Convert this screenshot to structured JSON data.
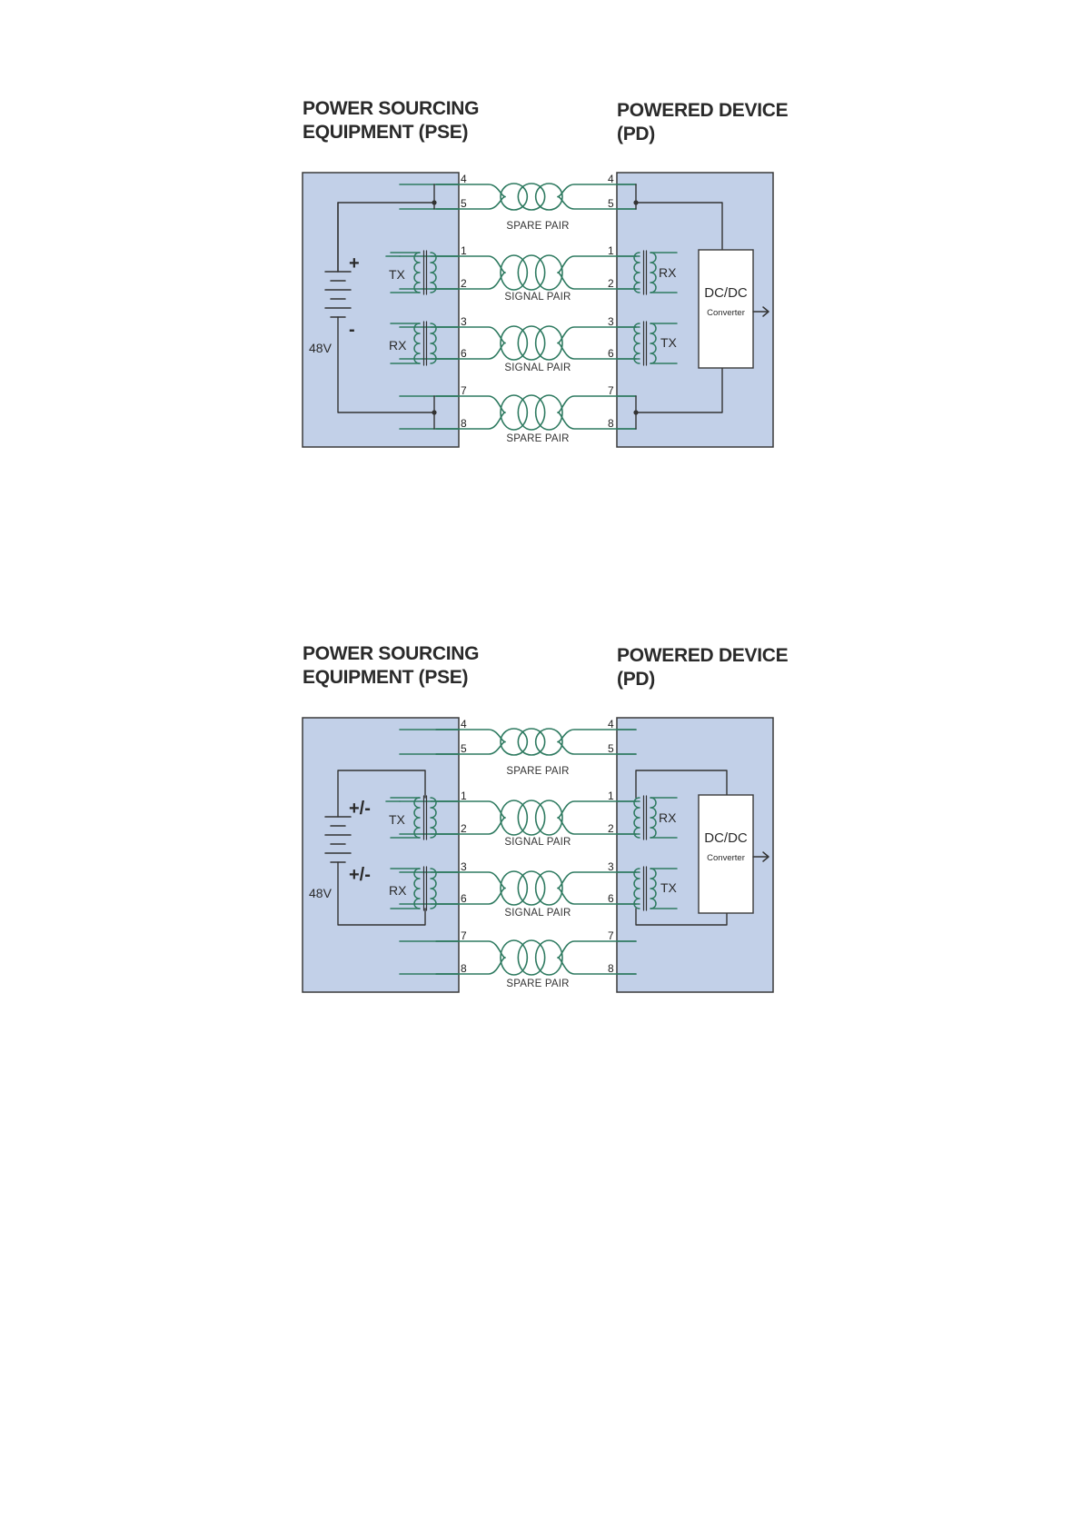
{
  "diagrams": [
    {
      "pse_title": [
        "POWER SOURCING",
        "EQUIPMENT (PSE)"
      ],
      "pd_title": [
        "POWERED DEVICE",
        "(PD)"
      ],
      "pairs": [
        {
          "pins": [
            "4",
            "5"
          ],
          "label": "SPARE PAIR"
        },
        {
          "pins": [
            "1",
            "2"
          ],
          "label": "SIGNAL PAIR"
        },
        {
          "pins": [
            "3",
            "6"
          ],
          "label": "SIGNAL PAIR"
        },
        {
          "pins": [
            "7",
            "8"
          ],
          "label": "SPARE PAIR"
        }
      ],
      "pse_tx": "TX",
      "pse_rx": "RX",
      "pd_rx": "RX",
      "pd_tx": "TX",
      "battery_top": "+",
      "battery_bottom": "-",
      "voltage": "48V",
      "converter_title": "DC/DC",
      "converter_sub": "Converter"
    },
    {
      "pse_title": [
        "POWER SOURCING",
        "EQUIPMENT (PSE)"
      ],
      "pd_title": [
        "POWERED DEVICE",
        "(PD)"
      ],
      "pairs": [
        {
          "pins": [
            "4",
            "5"
          ],
          "label": "SPARE PAIR"
        },
        {
          "pins": [
            "1",
            "2"
          ],
          "label": "SIGNAL PAIR"
        },
        {
          "pins": [
            "3",
            "6"
          ],
          "label": "SIGNAL PAIR"
        },
        {
          "pins": [
            "7",
            "8"
          ],
          "label": "SPARE PAIR"
        }
      ],
      "pse_tx": "TX",
      "pse_rx": "RX",
      "pd_rx": "RX",
      "pd_tx": "TX",
      "battery_top": "+/-",
      "battery_bottom": "+/-",
      "voltage": "48V",
      "converter_title": "DC/DC",
      "converter_sub": "Converter"
    }
  ],
  "colors": {
    "box_fill": "#c2d0e8",
    "box_stroke": "#3a3a3a",
    "wire_green": "#2e7a60",
    "power_wire": "#333333"
  }
}
